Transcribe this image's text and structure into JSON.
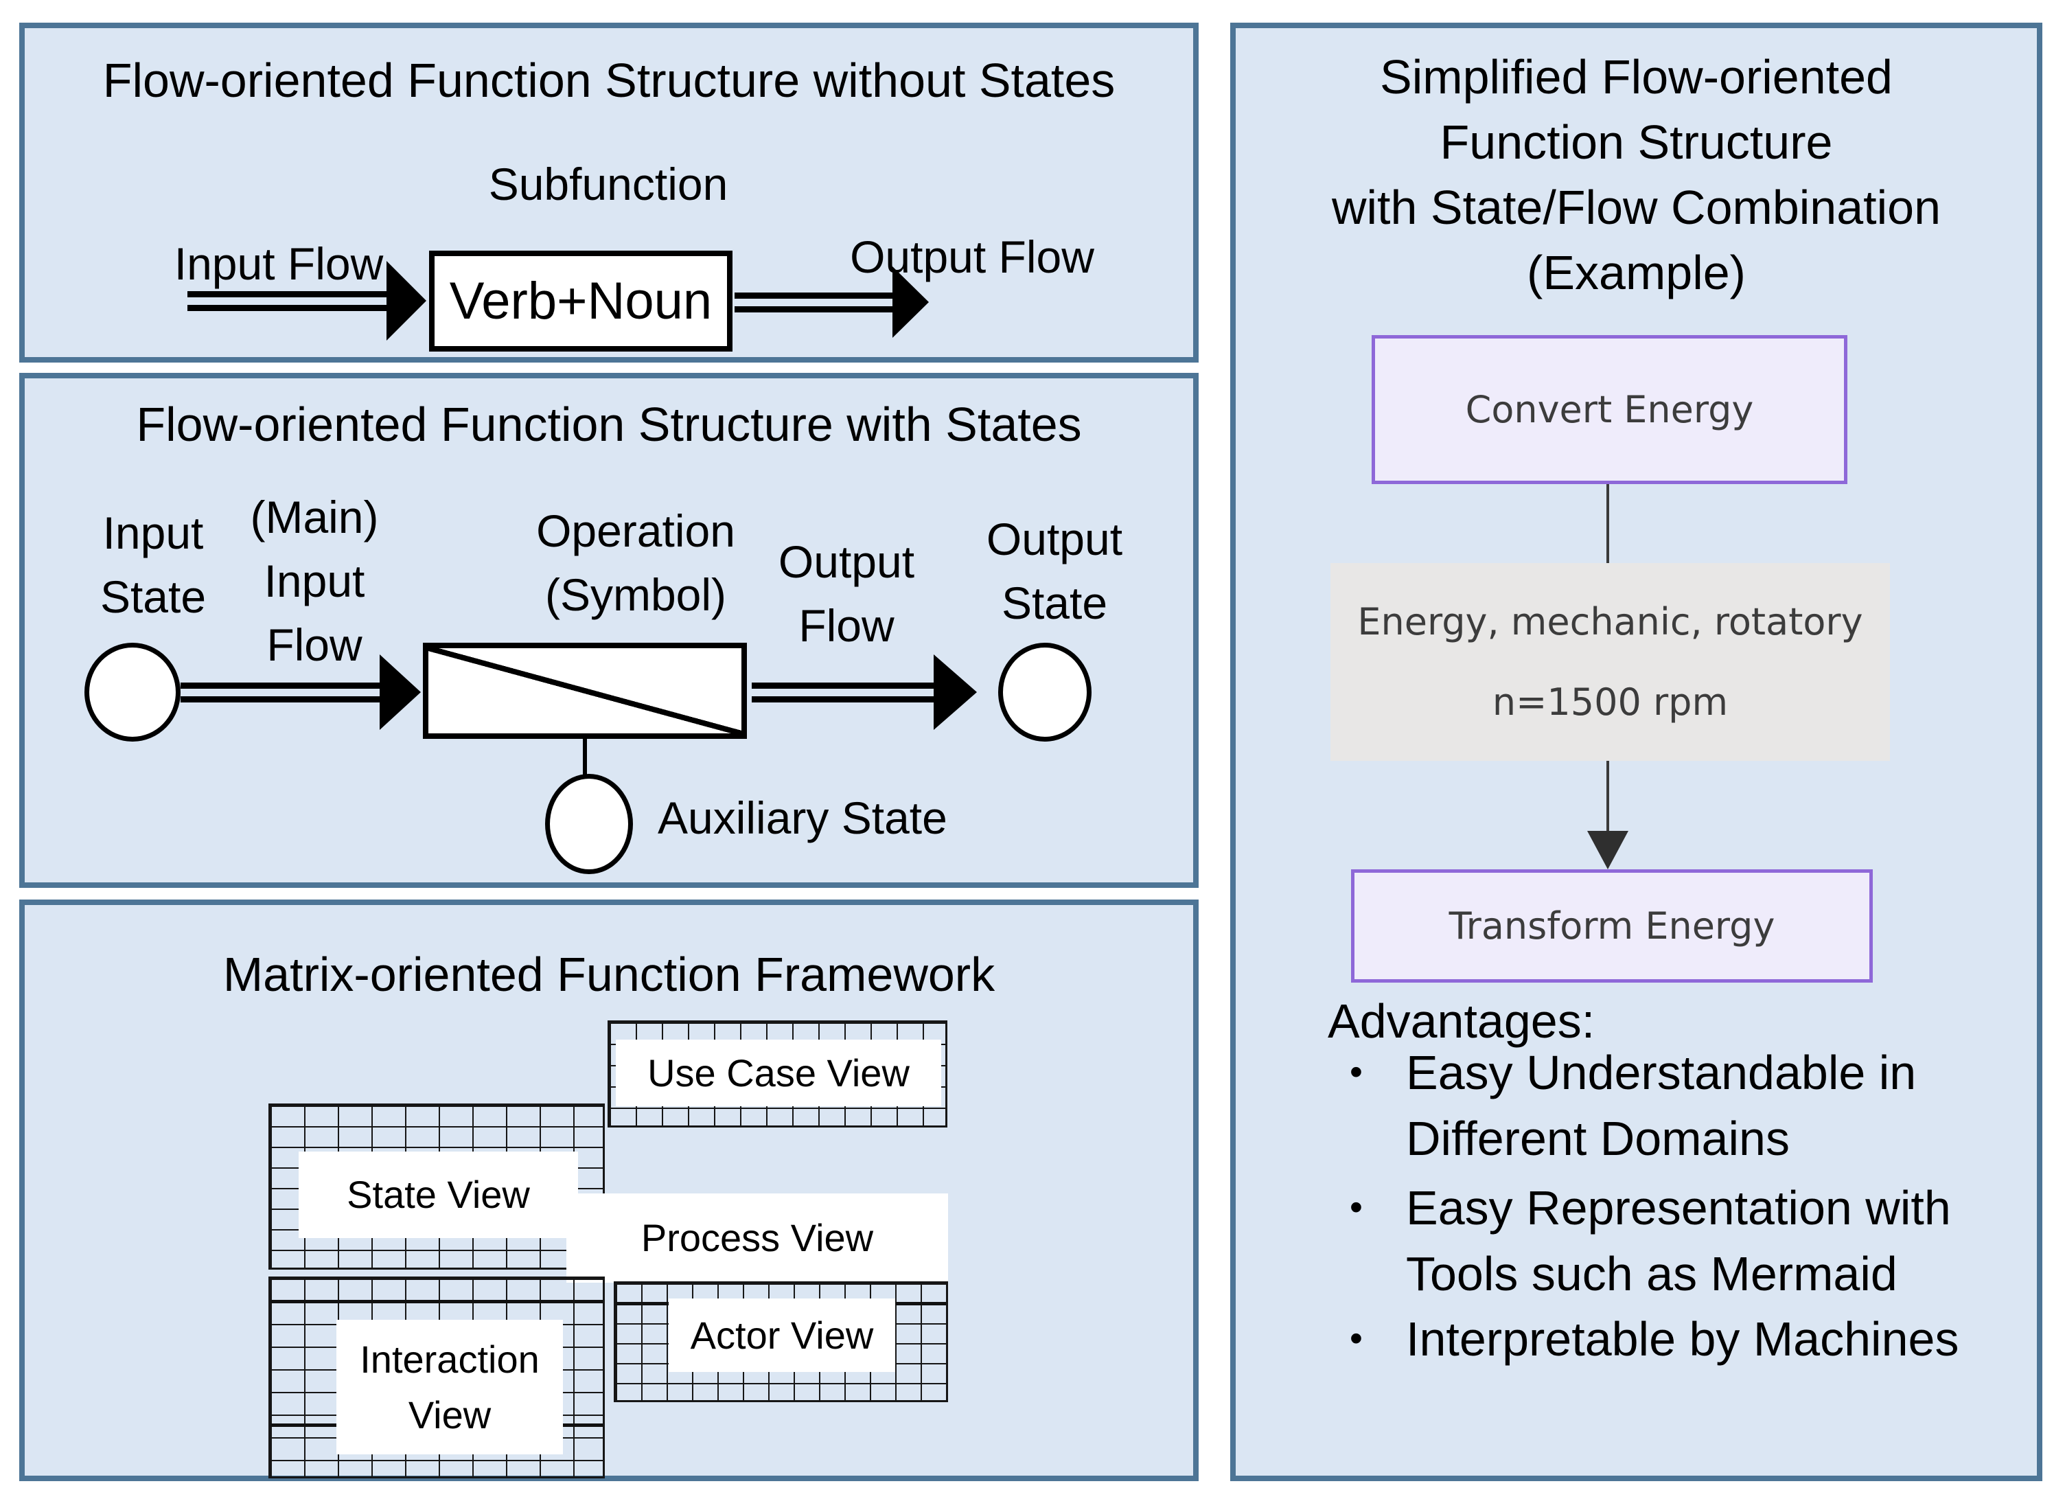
{
  "bullet_char": "•",
  "colors": {
    "panel_fill": "#dbe6f3",
    "panel_border": "#4d7596",
    "diagram_stroke": "#000000",
    "node_border": "#8e68d8",
    "node_fill": "#efecfb",
    "node_text": "#3c3c3c",
    "edge_label_bg": "#e8e7e6",
    "arrow_dark": "#2f2f2f"
  },
  "panel_flow_no_states": {
    "title": "Flow-oriented Function Structure without States",
    "subfunction": "Subfunction",
    "input_flow": "Input Flow",
    "verb_noun": "Verb+Noun",
    "output_flow": "Output Flow"
  },
  "panel_flow_states": {
    "title": "Flow-oriented Function Structure with States",
    "input_state": "Input\nState",
    "main_input_flow": "(Main)\nInput\nFlow",
    "operation": "Operation\n(Symbol)",
    "output_flow": "Output\nFlow",
    "output_state": "Output\nState",
    "auxiliary_state": "Auxiliary State"
  },
  "panel_matrix": {
    "title": "Matrix-oriented Function Framework",
    "use_case_view": "Use Case View",
    "state_view": "State View",
    "process_view": "Process View",
    "interaction_view": "Interaction\nView",
    "actor_view": "Actor View"
  },
  "panel_example": {
    "title": "Simplified Flow-oriented\nFunction Structure\nwith State/Flow Combination\n(Example)",
    "convert_node": "Convert Energy",
    "edge_label_line1": "Energy, mechanic, rotatory",
    "edge_label_line2": "n=1500 rpm",
    "transform_node": "Transform Energy",
    "advantages_heading": "Advantages:",
    "advantages": [
      "Easy Understandable in\nDifferent Domains",
      "Easy Representation with\nTools such as Mermaid",
      "Interpretable by Machines"
    ]
  }
}
